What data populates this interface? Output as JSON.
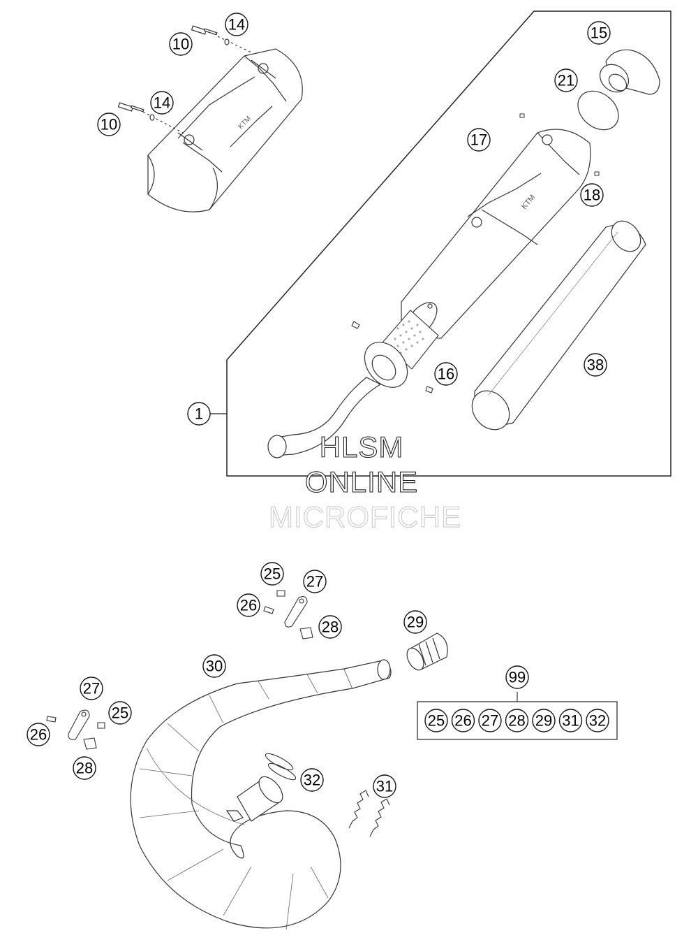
{
  "watermark": {
    "line1": "HLSM",
    "line2": "ONLINE",
    "line3": "MICROFICHE"
  },
  "callouts": {
    "c1": "1",
    "c10a": "10",
    "c10b": "10",
    "c14a": "14",
    "c14b": "14",
    "c15": "15",
    "c16": "16",
    "c17": "17",
    "c18": "18",
    "c21": "21",
    "c38": "38",
    "c25a": "25",
    "c25b": "25",
    "c26a": "26",
    "c26b": "26",
    "c27a": "27",
    "c27b": "27",
    "c28a": "28",
    "c28b": "28",
    "c29": "29",
    "c30": "30",
    "c31": "31",
    "c32": "32",
    "c99": "99"
  },
  "kit_99_contents": [
    "25",
    "26",
    "27",
    "28",
    "29",
    "31",
    "32"
  ]
}
